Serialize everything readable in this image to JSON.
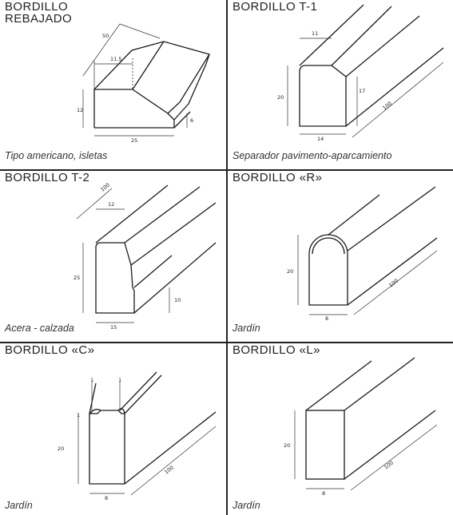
{
  "panels": [
    {
      "title": "BORDILLO\nREBAJADO",
      "caption": "Tipo americano, isletas",
      "dims": {
        "a": "50",
        "b": "11.5",
        "c": "12",
        "d": "6",
        "e": "25"
      }
    },
    {
      "title": "BORDILLO T-1",
      "caption": "Separador pavimento-aparcamiento",
      "dims": {
        "a": "11",
        "b": "20",
        "c": "17",
        "d": "14",
        "e": "100"
      }
    },
    {
      "title": "BORDILLO T-2",
      "caption": "Acera - calzada",
      "dims": {
        "a": "100",
        "b": "12",
        "c": "25",
        "d": "10",
        "e": "15"
      }
    },
    {
      "title": "BORDILLO «R»",
      "caption": "Jardín",
      "dims": {
        "a": "20",
        "b": "100",
        "c": "8"
      }
    },
    {
      "title": "BORDILLO «C»",
      "caption": "Jardín",
      "dims": {
        "a": "1",
        "b": "1",
        "c": "1",
        "d": "20",
        "e": "100",
        "f": "8"
      }
    },
    {
      "title": "BORDILLO «L»",
      "caption": "Jardín",
      "dims": {
        "a": "20",
        "b": "100",
        "c": "8"
      }
    }
  ]
}
